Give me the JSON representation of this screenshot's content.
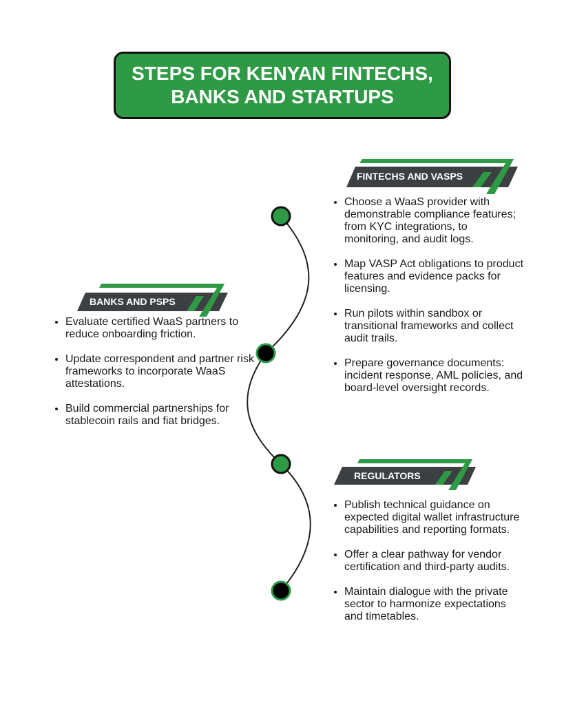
{
  "title": "STEPS FOR KENYAN FINTECHS,\nBANKS AND STARTUPS",
  "colors": {
    "green": "#2f9a45",
    "dark": "#3d4043"
  },
  "sections": {
    "fintechs": {
      "heading": "FINTECHS AND VASPS",
      "items": [
        "Choose a WaaS provider with demonstrable compliance features; from KYC integrations, to monitoring, and audit logs.",
        "Map VASP Act obligations to product features and evidence packs for licensing.",
        "Run pilots within sandbox or transitional frameworks and collect audit trails.",
        "Prepare governance documents: incident response, AML policies, and board-level oversight records."
      ]
    },
    "banks": {
      "heading": "BANKS AND PSPS",
      "items": [
        "Evaluate certified WaaS partners to reduce onboarding friction.",
        "Update correspondent and partner risk frameworks to incorporate WaaS attestations.",
        "Build commercial partnerships for stablecoin rails and fiat bridges."
      ]
    },
    "regulators": {
      "heading": "REGULATORS",
      "items": [
        "Publish technical guidance on expected digital wallet infrastructure capabilities and reporting formats.",
        "Offer a clear pathway for vendor certification and third-party audits.",
        "Maintain dialogue with the private sector to harmonize expectations and timetables."
      ]
    }
  }
}
